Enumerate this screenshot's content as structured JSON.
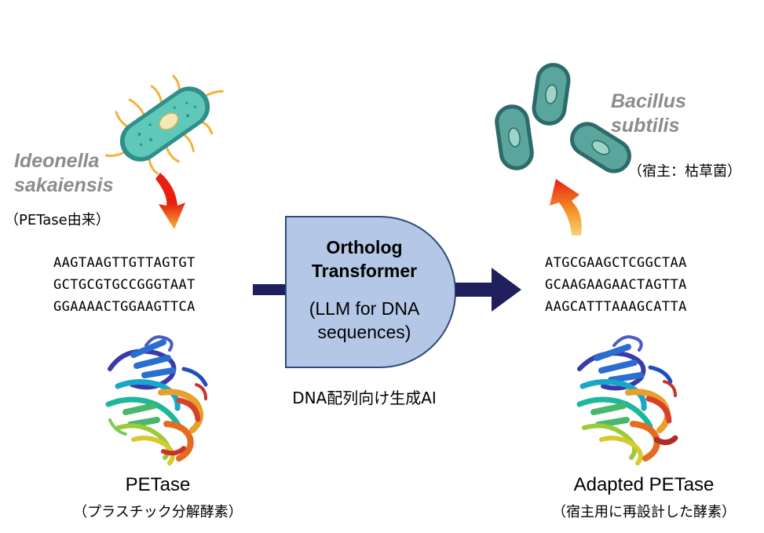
{
  "source": {
    "species_line1": "Ideonella",
    "species_line2": "sakaiensis",
    "origin_note": "（PETase由来）",
    "sequence": [
      "AAGTAAGTTGTTAGTGT",
      "GCTGCGTGCCGGGTAAT",
      "GGAAAACTGGAAGTTCA"
    ],
    "protein_label": "PETase",
    "protein_note": "（プラスチック分解酵素）"
  },
  "model": {
    "title_line1": "Ortholog",
    "title_line2": "Transformer",
    "desc_line1": "(LLM for DNA",
    "desc_line2": "sequences)",
    "caption": "DNA配列向け生成AI"
  },
  "target": {
    "species_line1": "Bacillus",
    "species_line2": "subtilis",
    "host_note": "（宿主：枯草菌）",
    "sequence": [
      "ATGCGAAGCTCGGCTAA",
      "GCAAGAAGAACTAGTTA",
      "AAGCATTTAAAGCATTA"
    ],
    "protein_label": "Adapted PETase",
    "protein_note": "（宿主用に再設計した酵素）"
  },
  "colors": {
    "species_text": "#8c8c8c",
    "model_fill": "#b4c7e7",
    "model_stroke": "#2f4b7c",
    "arrow_navy": "#1f1f5c",
    "curved_arrow_red": "#e8200f",
    "curved_arrow_orange": "#f7a21b",
    "bacterium_teal": "#5fbfb2",
    "bacillus_teal": "#4e9a93"
  }
}
